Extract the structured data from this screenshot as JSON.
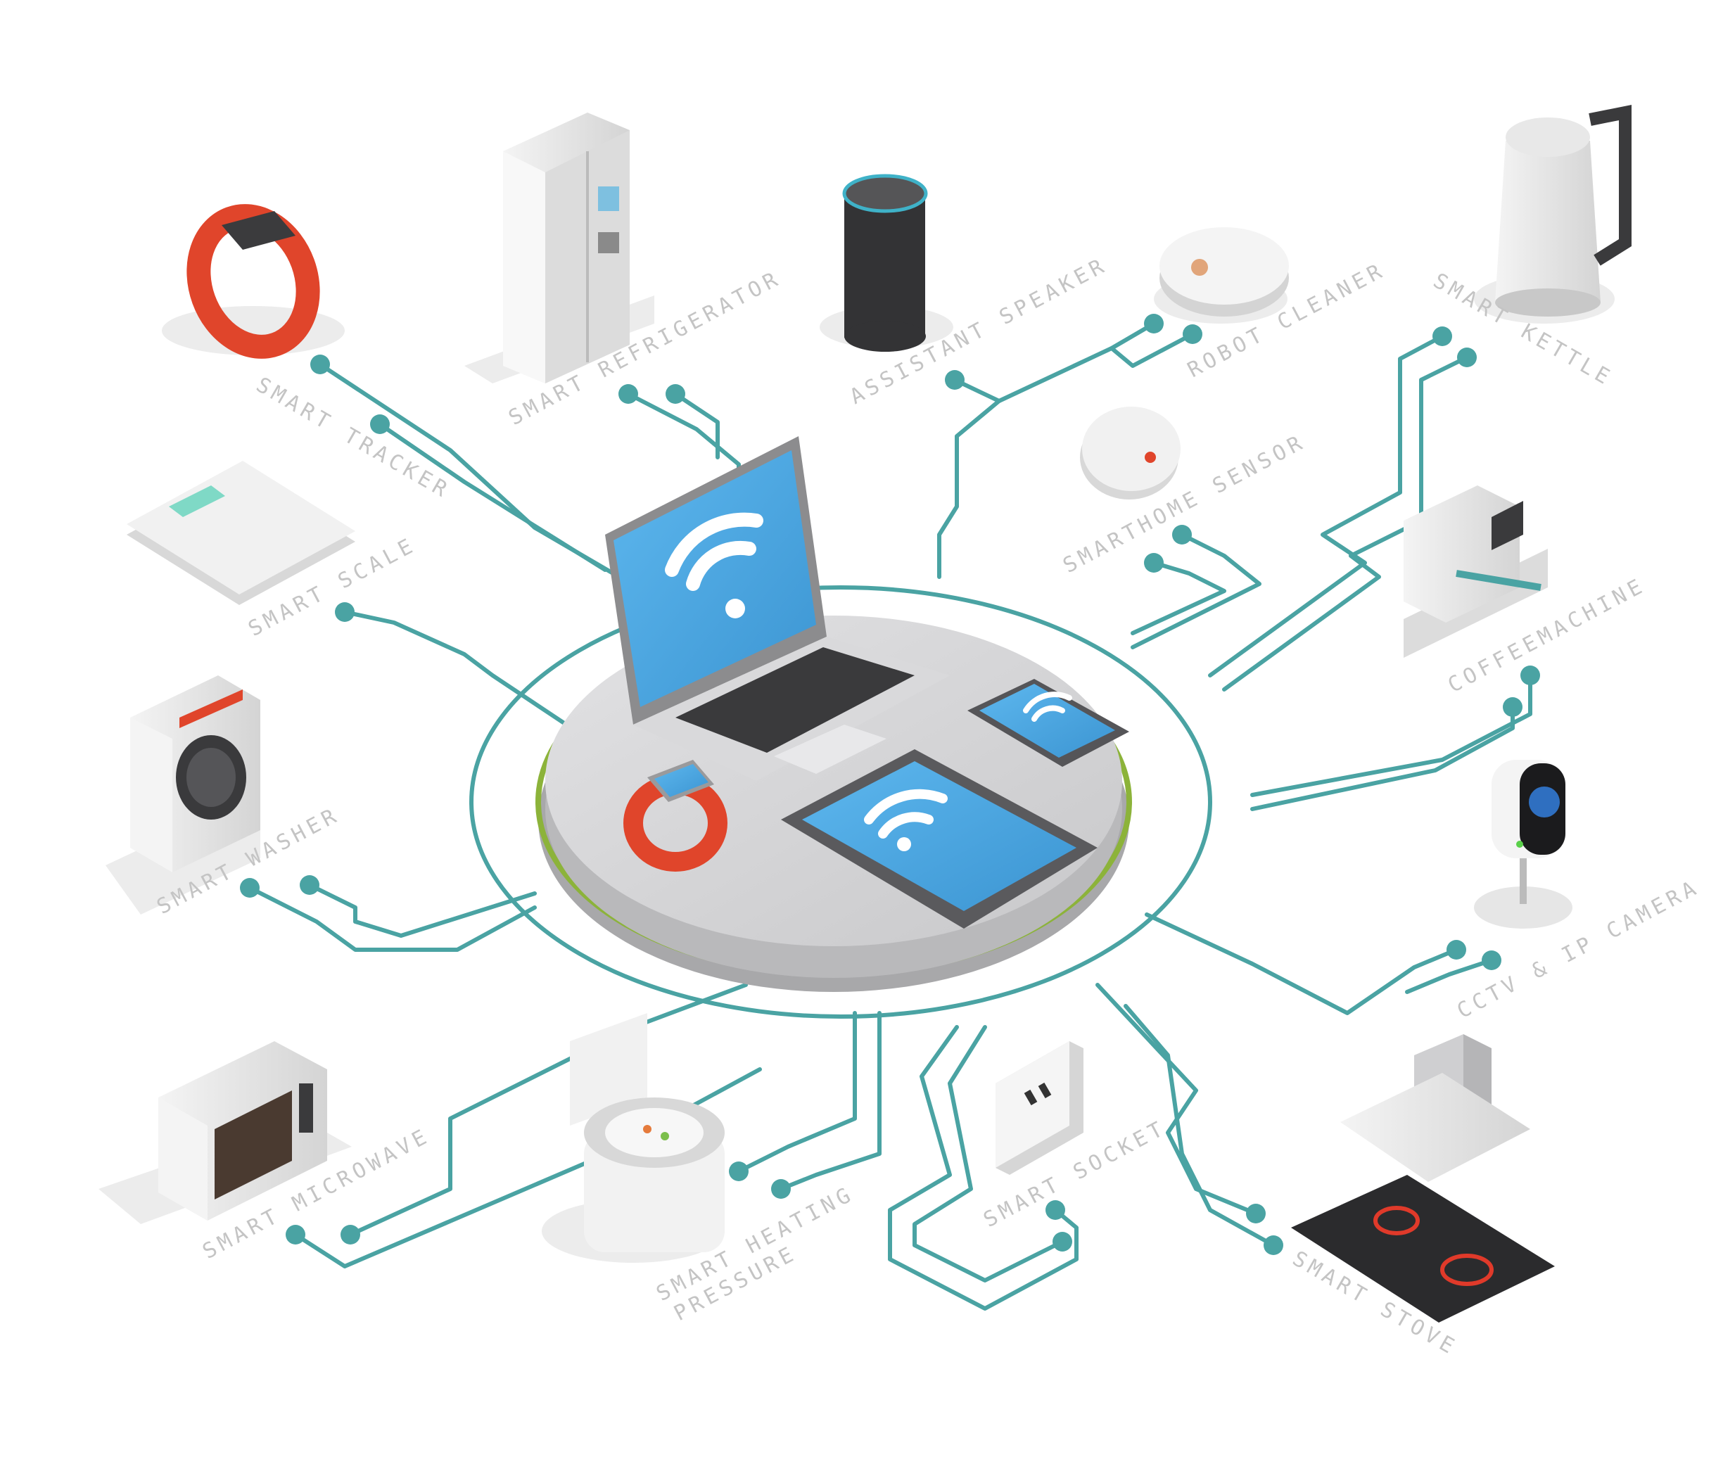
{
  "colors": {
    "wire": "#4aa3a3",
    "platform_top": "#d4d4d6",
    "platform_side": "#b9b9bb",
    "ring_green": "#8cb33a",
    "screen_blue": "#4da7e0",
    "accent_red": "#e0452b",
    "label": "#c4c4c4"
  },
  "hub": {
    "center_devices": [
      "laptop-icon",
      "smartphone-icon",
      "tablet-icon",
      "smartwatch-icon"
    ],
    "symbol": "wifi-icon"
  },
  "devices": [
    {
      "id": "tracker",
      "label": "SMART TRACKER",
      "icon": "fitness-band-icon"
    },
    {
      "id": "refrigerator",
      "label": "SMART REFRIGERATOR",
      "icon": "refrigerator-icon"
    },
    {
      "id": "speaker",
      "label": "ASSISTANT SPEAKER",
      "icon": "smart-speaker-icon"
    },
    {
      "id": "robot",
      "label": "ROBOT CLEANER",
      "icon": "robot-vacuum-icon"
    },
    {
      "id": "kettle",
      "label": "SMART KETTLE",
      "icon": "kettle-icon"
    },
    {
      "id": "sensor",
      "label": "SMARTHOME SENSOR",
      "icon": "smoke-sensor-icon"
    },
    {
      "id": "scale",
      "label": "SMART SCALE",
      "icon": "scale-icon"
    },
    {
      "id": "coffee",
      "label": "COFFEEMACHINE",
      "icon": "coffee-machine-icon"
    },
    {
      "id": "washer",
      "label": "SMART WASHER",
      "icon": "washing-machine-icon"
    },
    {
      "id": "camera",
      "label": "CCTV & IP CAMERA",
      "icon": "ip-camera-icon"
    },
    {
      "id": "microwave",
      "label": "SMART MICROWAVE",
      "icon": "microwave-icon"
    },
    {
      "id": "cooker_line1",
      "label": "SMART HEATING",
      "icon": "rice-cooker-icon"
    },
    {
      "id": "cooker_line2",
      "label": "PRESSURE",
      "icon": ""
    },
    {
      "id": "socket",
      "label": "SMART SOCKET",
      "icon": "wall-socket-icon"
    },
    {
      "id": "stove",
      "label": "SMART STOVE",
      "icon": "induction-stove-icon"
    }
  ]
}
